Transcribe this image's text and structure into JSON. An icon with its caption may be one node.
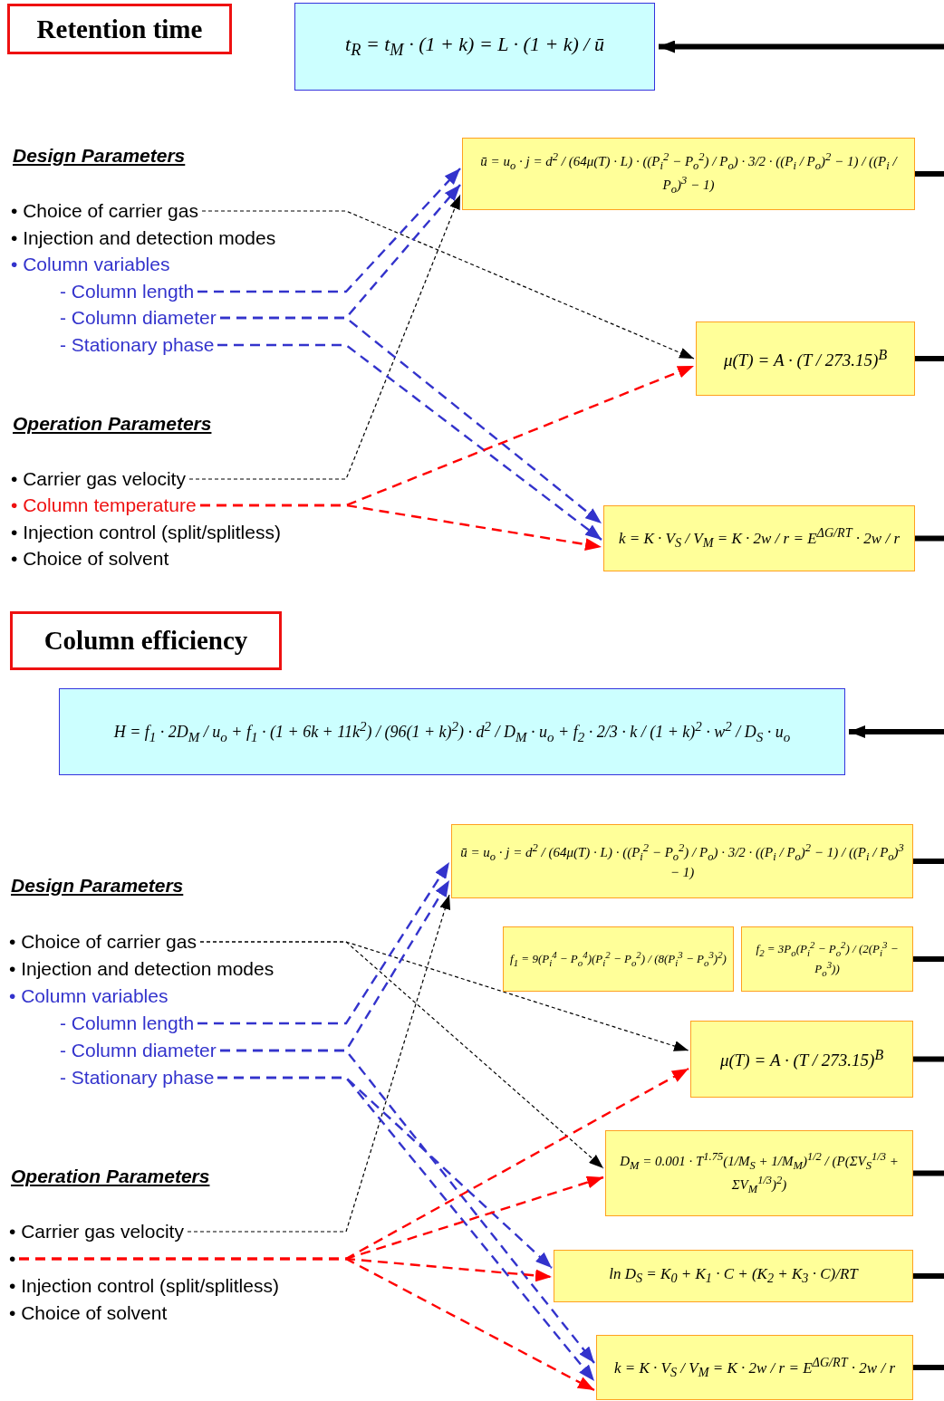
{
  "diagram": {
    "nodes": [
      {
        "text": [
          "Retention time"
        ]
      },
      {
        "text": [
          "t$_{R}$ = t$_{M}$ · (1 + k) = L · (1 + k) / ū"
        ]
      },
      {
        "text": [
          "ū = u$_{o}$ · j = d$^{2}$ / (64μ(T) · L) · ((P$_{i}$$^{2}$ − P$_{o}$$^{2}$) / P$_{o}$) · 3/2 · ((P$_{i}$ / P$_{o}$)$^{2}$ − 1) / ((P$_{i}$ / P$_{o}$)$^{3}$ − 1)"
        ]
      },
      {
        "text": [
          "μ(T) = A · (T / 273.15)$^{B}$"
        ]
      },
      {
        "text": [
          "k = K · V$_{S}$ / V$_{M}$ = K · 2w / r = E$^{ΔG/RT}$ · 2w / r"
        ]
      },
      {
        "text": [
          "• Choice of carrier gas"
        ]
      },
      {
        "text": [
          "• Injection and detection modes"
        ]
      },
      {
        "text": [
          "• Column variables"
        ]
      },
      {
        "text": [
          "- Column length"
        ]
      },
      {
        "text": [
          "- Column diameter"
        ]
      },
      {
        "text": [
          "- Stationary phase"
        ]
      },
      {
        "text": [
          "• Carrier gas velocity"
        ]
      },
      {
        "text": [
          "• Column temperature"
        ]
      },
      {
        "text": [
          "• Injection control (split/splitless)"
        ]
      },
      {
        "text": [
          "• Choice of solvent"
        ]
      },
      {
        "text": [
          "Column efficiency"
        ]
      },
      {
        "text": [
          "H = f$_{1}$ · 2D$_{M}$ / u$_{o}$ + f$_{1}$ · (1 + 6k + 11k$^{2}$) / (96(1 + k)$^{2}$) · d$^{2}$ / D$_{M}$ · u$_{o}$ + f$_{2}$ · 2/3 · k / (1 + k)$^{2}$ · w$^{2}$ / D$_{S}$ · u$_{o}$"
        ]
      },
      {
        "text": [
          "ū = u$_{o}$ · j = d$^{2}$ / (64μ(T) · L) · ((P$_{i}$$^{2}$ − P$_{o}$$^{2}$) / P$_{o}$) · 3/2 · ((P$_{i}$ / P$_{o}$)$^{2}$ − 1) / ((P$_{i}$ / P$_{o}$)$^{3}$ − 1)"
        ]
      },
      {
        "text": [
          "f$_{1}$ = 9(P$_{i}$$^{4}$ − P$_{o}$$^{4}$)(P$_{i}$$^{2}$ − P$_{o}$$^{2}$) / (8(P$_{i}$$^{3}$ − P$_{o}$$^{3}$)$^{2}$)"
        ]
      },
      {
        "text": [
          "f$_{2}$ = 3P$_{o}$(P$_{i}$$^{2}$ − P$_{o}$$^{2}$) / (2(P$_{i}$$^{3}$ − P$_{o}$$^{3}$))"
        ]
      },
      {
        "text": [
          "μ(T) = A · (T / 273.15)$^{B}$"
        ]
      },
      {
        "text": [
          "D$_{M}$ = 0.001 · T$^{1.75}$(1/M$_{S}$ + 1/M$_{M}$)$^{1/2}$ / (P(ΣV$_{S}$$^{1/3}$ + ΣV$_{M}$$^{1/3}$)$^{2}$)"
        ]
      },
      {
        "text": [
          "ln D$_{S}$ = K$_{0}$ + K$_{1}$ · C + (K$_{2}$ + K$_{3}$ · C)/RT"
        ]
      },
      {
        "text": [
          "k = K · V$_{S}$ / V$_{M}$ = K · 2w / r = E$^{ΔG/RT}$ · 2w / r"
        ]
      },
      {
        "text": [
          "• Choice of carrier gas"
        ]
      },
      {
        "text": [
          "• Injection and detection modes"
        ]
      },
      {
        "text": [
          "• Column variables"
        ]
      },
      {
        "text": [
          "- Column length"
        ]
      },
      {
        "text": [
          "- Column diameter"
        ]
      },
      {
        "text": [
          "- Stationary phase"
        ]
      },
      {
        "text": [
          "• Carrier gas velocity"
        ]
      },
      {
        "text": [
          "•"
        ]
      },
      {
        "text": [
          "• Injection control (split/splitless)"
        ]
      },
      {
        "text": [
          "• Choice of solvent"
        ]
      }
    ],
    "edges": [
      {
        "from": null,
        "to": 1,
        "arrow": "to",
        "style": "thick"
      },
      {
        "from": 2,
        "to": null,
        "arrow": "none",
        "style": "thick"
      },
      {
        "from": 3,
        "to": null,
        "arrow": "none",
        "style": "thick"
      },
      {
        "from": 4,
        "to": null,
        "arrow": "none",
        "style": "thick"
      },
      {
        "from": 5,
        "to": 3,
        "arrow": "to",
        "style": "dashed"
      },
      {
        "from": 11,
        "to": 2,
        "arrow": "to",
        "style": "dashed"
      },
      {
        "from": 8,
        "to": 2,
        "arrow": "to",
        "style": "dashed",
        "color": "#3333cc"
      },
      {
        "from": 9,
        "to": 2,
        "arrow": "to",
        "style": "dashed",
        "color": "#3333cc"
      },
      {
        "from": 9,
        "to": 4,
        "arrow": "to",
        "style": "dashed",
        "color": "#3333cc"
      },
      {
        "from": 10,
        "to": 4,
        "arrow": "to",
        "style": "dashed",
        "color": "#3333cc"
      },
      {
        "from": 12,
        "to": 3,
        "arrow": "to",
        "style": "dashed",
        "color": "#ff0000"
      },
      {
        "from": 12,
        "to": 4,
        "arrow": "to",
        "style": "dashed",
        "color": "#ff0000"
      },
      {
        "from": null,
        "to": 16,
        "arrow": "to",
        "style": "thick"
      },
      {
        "from": 17,
        "to": null,
        "arrow": "none",
        "style": "thick"
      },
      {
        "from": 19,
        "to": null,
        "arrow": "none",
        "style": "thick"
      },
      {
        "from": 20,
        "to": null,
        "arrow": "none",
        "style": "thick"
      },
      {
        "from": 21,
        "to": null,
        "arrow": "none",
        "style": "thick"
      },
      {
        "from": 22,
        "to": null,
        "arrow": "none",
        "style": "thick"
      },
      {
        "from": 23,
        "to": null,
        "arrow": "none",
        "style": "thick"
      },
      {
        "from": 24,
        "to": 20,
        "arrow": "to",
        "style": "dashed"
      },
      {
        "from": 24,
        "to": 21,
        "arrow": "to",
        "style": "dashed"
      },
      {
        "from": 30,
        "to": 17,
        "arrow": "to",
        "style": "dashed"
      },
      {
        "from": 27,
        "to": 17,
        "arrow": "to",
        "style": "dashed",
        "color": "#3333cc"
      },
      {
        "from": 28,
        "to": 17,
        "arrow": "to",
        "style": "dashed",
        "color": "#3333cc"
      },
      {
        "from": 28,
        "to": 23,
        "arrow": "to",
        "style": "dashed",
        "color": "#3333cc"
      },
      {
        "from": 29,
        "to": 22,
        "arrow": "to",
        "style": "dashed",
        "color": "#3333cc"
      },
      {
        "from": 29,
        "to": 23,
        "arrow": "to",
        "style": "dashed",
        "color": "#3333cc"
      },
      {
        "from": 31,
        "to": 20,
        "arrow": "to",
        "style": "dashed",
        "color": "#ff0000"
      },
      {
        "from": 31,
        "to": 21,
        "arrow": "to",
        "style": "dashed",
        "color": "#ff0000"
      },
      {
        "from": 31,
        "to": 22,
        "arrow": "to",
        "style": "dashed",
        "color": "#ff0000"
      },
      {
        "from": 31,
        "to": 23,
        "arrow": "to",
        "style": "dashed",
        "color": "#ff0000"
      }
    ],
    "labels": [
      "Design Parameters",
      "Operation Parameters",
      "Design Parameters",
      "Operation Parameters"
    ]
  }
}
